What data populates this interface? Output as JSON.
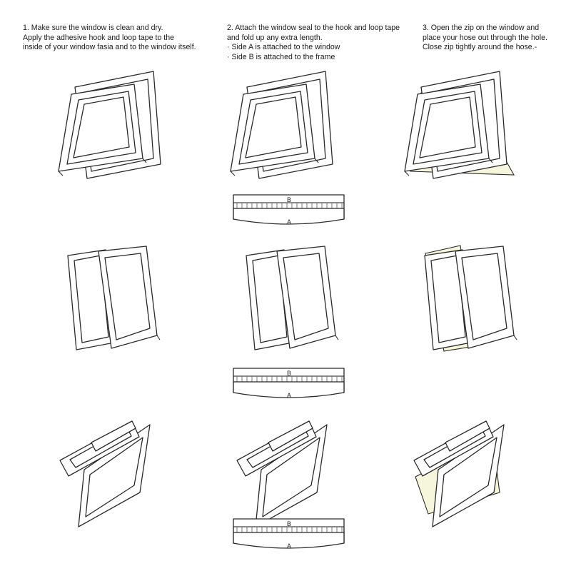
{
  "steps": [
    {
      "lines": [
        "1.  Make sure the window is clean and dry.",
        "Apply the adhesive hook and loop tape to the",
        "inside of your window fasia and to the window itself."
      ]
    },
    {
      "lines": [
        "2. Attach the window seal to the hook and loop tape",
        "and fold up any extra length.",
        "· Side A is attached to the window",
        "· Side B is attached to the frame"
      ]
    },
    {
      "lines": [
        "3. Open the zip on the window and",
        "place your hose out through the hole.",
        "Close zip tightly around the hose.-"
      ]
    }
  ],
  "tape": {
    "label_b": "B",
    "label_a": "A"
  },
  "colors": {
    "fabric": "#f6f6dc",
    "line": "#2a2a2a"
  }
}
